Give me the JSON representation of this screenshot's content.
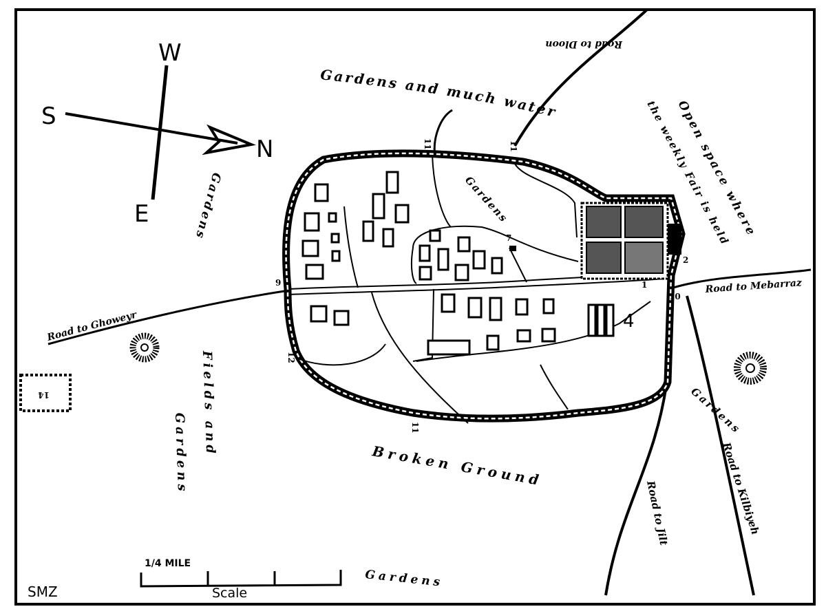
{
  "map": {
    "compass": {
      "north": "N",
      "south": "S",
      "east": "E",
      "west": "W"
    },
    "labels": {
      "gardens_water": "Gardens and much water",
      "open_space_line1": "Open space where",
      "open_space_line2": "the weekly Fair is held",
      "gardens_west": "Gardens",
      "gardens_town": "Gardens",
      "fields_line1": "Fields and",
      "fields_line2": "Gardens",
      "broken_ground": "Broken Ground",
      "gardens_south": "Gardens",
      "gardens_east": "Gardens"
    },
    "roads": {
      "ghoweyr": "Road to Ghoweyr",
      "dloon": "Road to Dloon",
      "mebarraz": "Road to Mebarraz",
      "jilt": "Road to Jilt",
      "kilbiyeh": "Road to Kilbiyeh"
    },
    "numbers": {
      "n1": "1",
      "n2": "2",
      "n4": "4",
      "n7": "7",
      "n9": "9",
      "n10": "10",
      "n11a": "11",
      "n11b": "11",
      "n11c": "11",
      "n12": "12",
      "n14": "14"
    },
    "scale": {
      "unit": "1/4 MILE",
      "label": "Scale"
    },
    "signature": "SMZ"
  }
}
